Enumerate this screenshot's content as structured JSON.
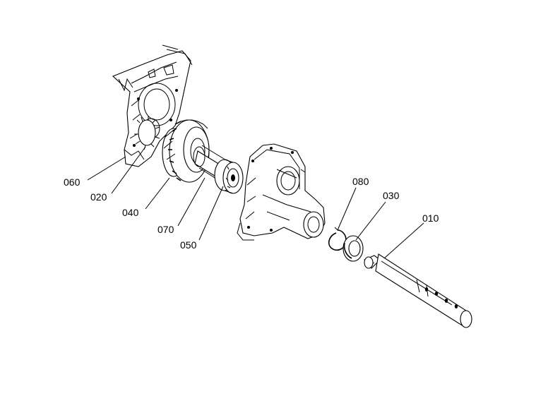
{
  "parts": [
    {
      "id": "060"
    },
    {
      "id": "020"
    },
    {
      "id": "040"
    },
    {
      "id": "070"
    },
    {
      "id": "050"
    },
    {
      "id": "080"
    },
    {
      "id": "030"
    },
    {
      "id": "010"
    }
  ]
}
